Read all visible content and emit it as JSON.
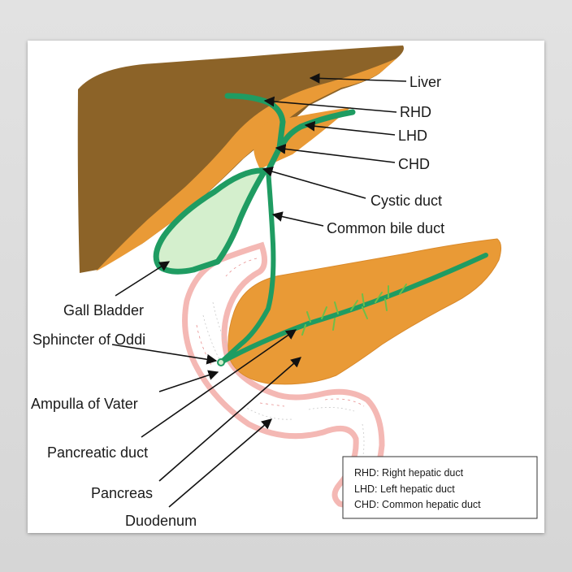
{
  "labels": {
    "liver": "Liver",
    "rhd": "RHD",
    "lhd": "LHD",
    "chd": "CHD",
    "cystic_duct": "Cystic duct",
    "common_bile_duct": "Common bile duct",
    "gall_bladder": "Gall Bladder",
    "sphincter": "Sphincter of Oddi",
    "ampulla": "Ampulla of Vater",
    "pancreatic_duct": "Pancreatic duct",
    "pancreas": "Pancreas",
    "duodenum": "Duodenum"
  },
  "legend": [
    {
      "abbr": "RHD",
      "text": ": Right hepatic duct"
    },
    {
      "abbr": "LHD",
      "text": ": Left hepatic duct"
    },
    {
      "abbr": "CHD",
      "text": ": Common hepatic duct"
    }
  ],
  "colors": {
    "liver_dark": "#8c6328",
    "liver_light": "#e99a36",
    "duct": "#1f9c62",
    "gall_fill": "#d4efcd",
    "duodenum": "#f4b8b4",
    "pancreas": "#e99a36"
  }
}
